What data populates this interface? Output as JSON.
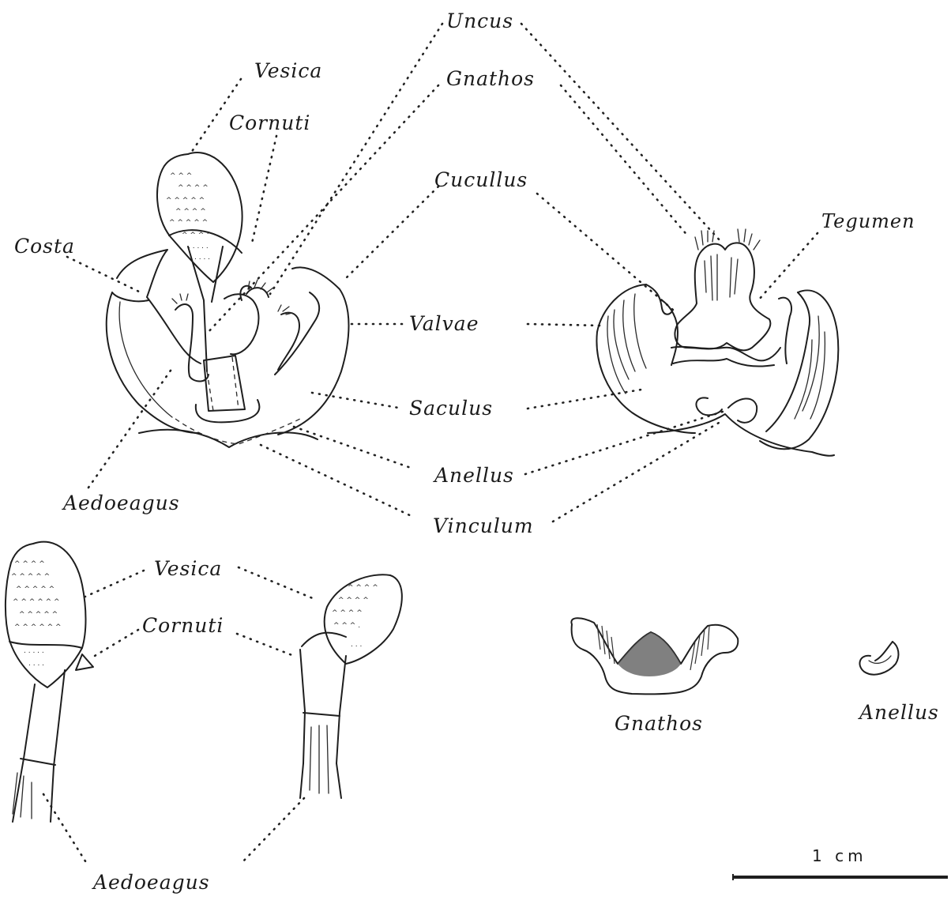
{
  "labels": {
    "uncus": "Uncus",
    "vesica_top": "Vesica",
    "gnathos_top": "Gnathos",
    "cornuti_top": "Cornuti",
    "cucullus": "Cucullus",
    "tegumen": "Tegumen",
    "costa": "Costa",
    "valvae": "Valvae",
    "saculus": "Saculus",
    "aedoeagus_top": "Aedoeagus",
    "anellus_mid": "Anellus",
    "vinculum": "Vinculum",
    "vesica_bottom": "Vesica",
    "cornuti_bottom": "Cornuti",
    "gnathos_detail": "Gnathos",
    "anellus_detail": "Anellus",
    "aedoeagus_bottom": "Aedoeagus"
  },
  "scale_bar": {
    "label": "1 cm"
  }
}
